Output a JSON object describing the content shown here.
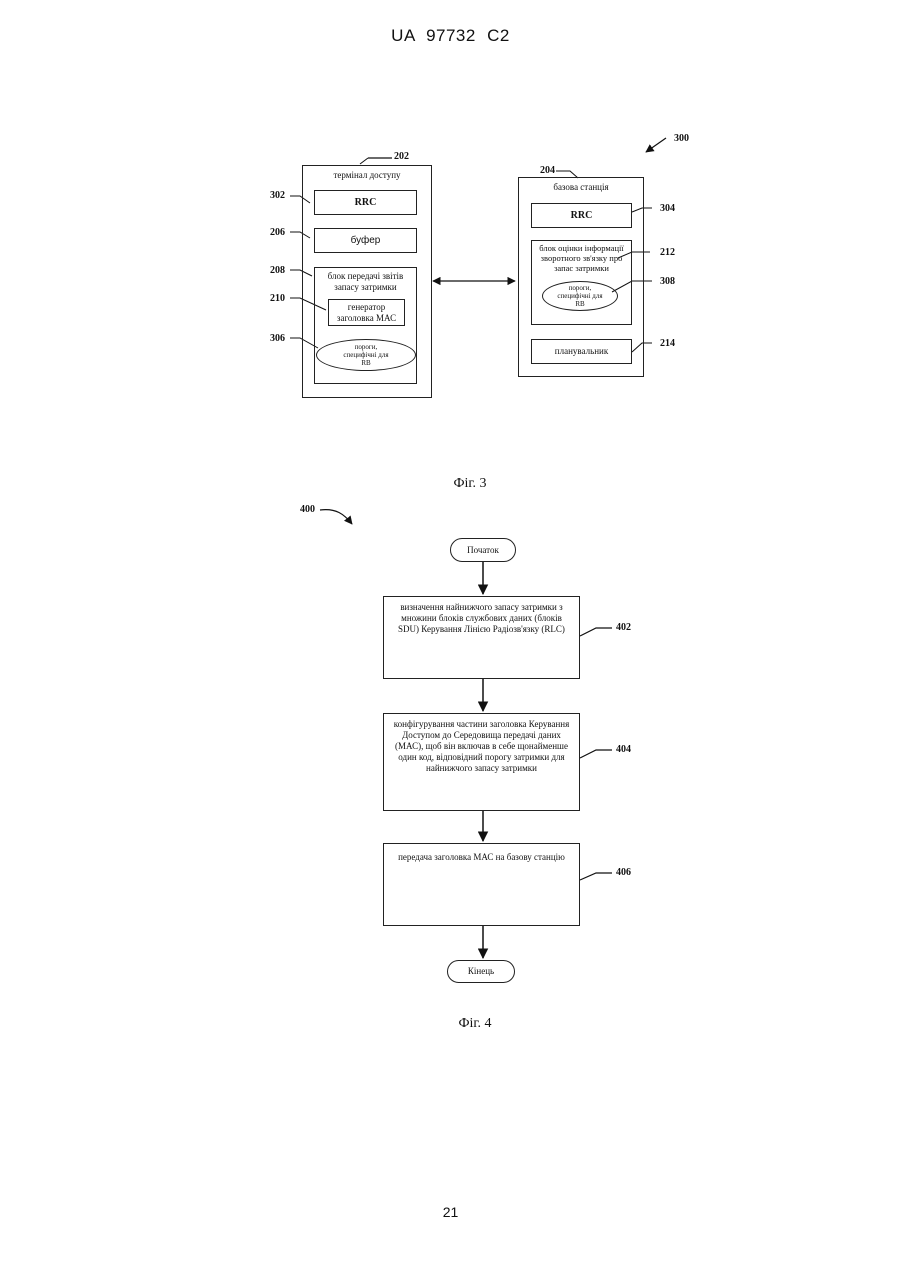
{
  "header": {
    "patent_number": "UA 97732 C2"
  },
  "page": {
    "number": "21"
  },
  "fig3": {
    "ref_figure": "300",
    "terminal": {
      "ref": "202",
      "title": "термінал доступу",
      "rrc": {
        "ref": "302",
        "label": "RRC"
      },
      "buffer": {
        "ref": "206",
        "label": "буфер"
      },
      "report_block": {
        "ref": "208",
        "label": "блок передачі звітів запасу затримки"
      },
      "mac_generator": {
        "ref": "210",
        "label": "генератор заголовка МАС"
      },
      "thresholds": {
        "ref": "306",
        "label": "пороги, специфічні для RB"
      }
    },
    "base_station": {
      "ref": "204",
      "title": "базова станція",
      "rrc": {
        "ref": "304",
        "label": "RRC"
      },
      "feedback_block": {
        "ref": "212",
        "label": "блок оцінки інформації зворотного зв'язку про запас затримки"
      },
      "thresholds": {
        "ref": "308",
        "label": "пороги, специфічні для RB"
      },
      "scheduler": {
        "ref": "214",
        "label": "планувальник"
      }
    },
    "caption": "Фіг. 3"
  },
  "fig4": {
    "ref_figure": "400",
    "start": "Початок",
    "steps": [
      {
        "ref": "402",
        "text": "визначення найнижчого запасу затримки з множини блоків службових даних (блоків SDU) Керування Лінією Радіозв'язку (RLC)"
      },
      {
        "ref": "404",
        "text": "конфігурування частини заголовка Керування Доступом до Середовища передачі даних (МАС), щоб він включав в себе щонайменше один код, відповідний порогу затримки для найнижчого запасу затримки"
      },
      {
        "ref": "406",
        "text": "передача заголовка МАС на базову станцію"
      }
    ],
    "end": "Кінець",
    "caption": "Фіг. 4"
  },
  "colors": {
    "ink": "#111111",
    "background": "#ffffff"
  }
}
